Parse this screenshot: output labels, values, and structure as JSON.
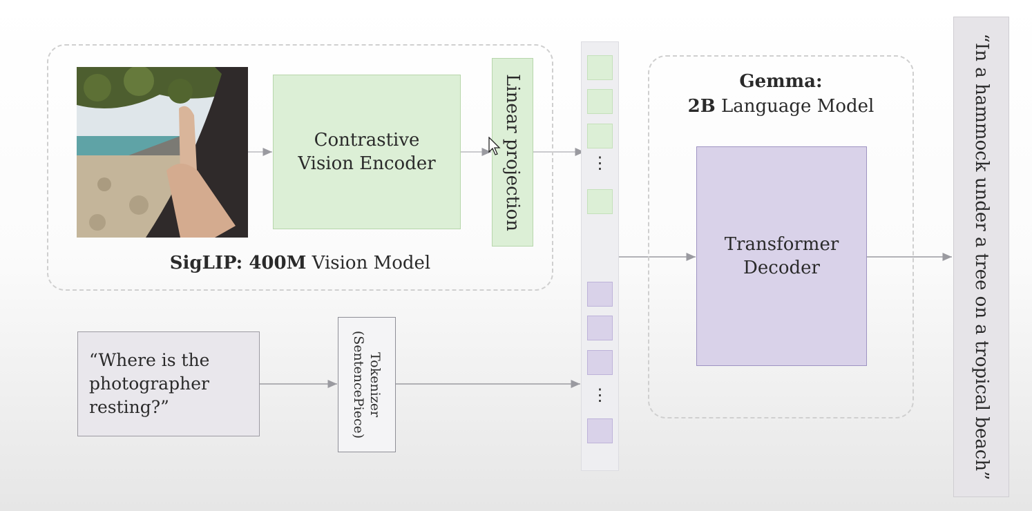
{
  "vision_model": {
    "caption_bold": "SigLIP: 400M",
    "caption_rest": " Vision Model",
    "encoder_label": "Contrastive\nVision Encoder",
    "projection_label": "Linear projection",
    "photo_icon": "hammock-beach-photo"
  },
  "text_input": {
    "prompt": "“Where is the\nphotographer\nresting?”",
    "tokenizer_label": "Tokenizer\n(SentencePiece)"
  },
  "token_sequence": {
    "image_token_count": 5,
    "text_token_count": 5,
    "ellipsis": "⋮"
  },
  "language_model": {
    "title_line1": "Gemma:",
    "title_bold": "2B",
    "title_rest": " Language Model",
    "decoder_label": "Transformer\nDecoder"
  },
  "output": {
    "text": "“In a hammock under a tree on a tropical beach”"
  },
  "colors": {
    "vision": "#dcefd6",
    "language": "#d9d2e9",
    "frame": "#cfcfcf"
  }
}
